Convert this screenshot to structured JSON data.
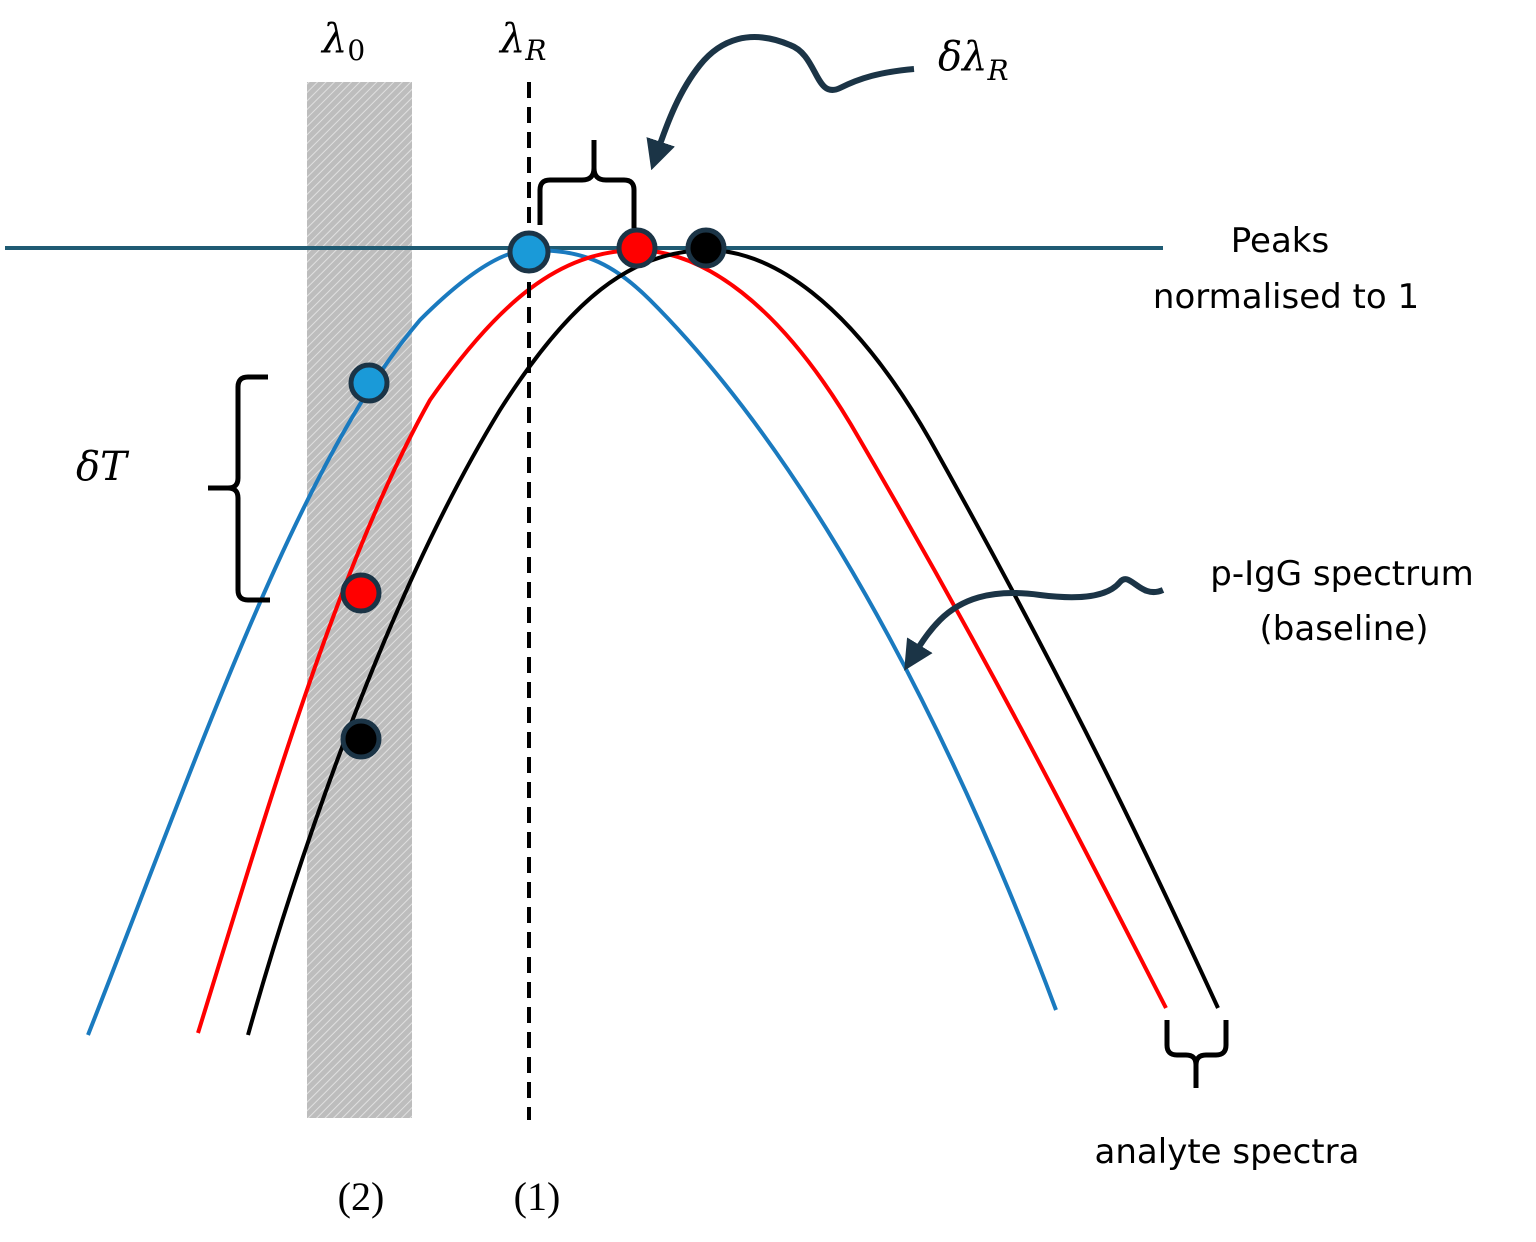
{
  "labels": {
    "lambda0_symbol": "λ",
    "lambda0_sub": "0",
    "lambdaR_symbol": "λ",
    "lambdaR_sub": "R",
    "delta_lambdaR_prefix": "δλ",
    "delta_lambdaR_sub": "R",
    "deltaT": "δT",
    "peaks_line1": "Peaks",
    "peaks_line2": "normalised to 1",
    "pigg_line1": "p-IgG spectrum",
    "pigg_line2": "(baseline)",
    "analyte": "analyte spectra",
    "marker_2": "(2)",
    "marker_1": "(1)"
  },
  "colors": {
    "peak_line": "#1f5b73",
    "baseline_curve": "#1a7abf",
    "analyte_red": "#ff0000",
    "analyte_black": "#000000",
    "arrow": "#1b3446",
    "band_fill": "#c8c8c8",
    "point_outline": "#1b3446"
  }
}
